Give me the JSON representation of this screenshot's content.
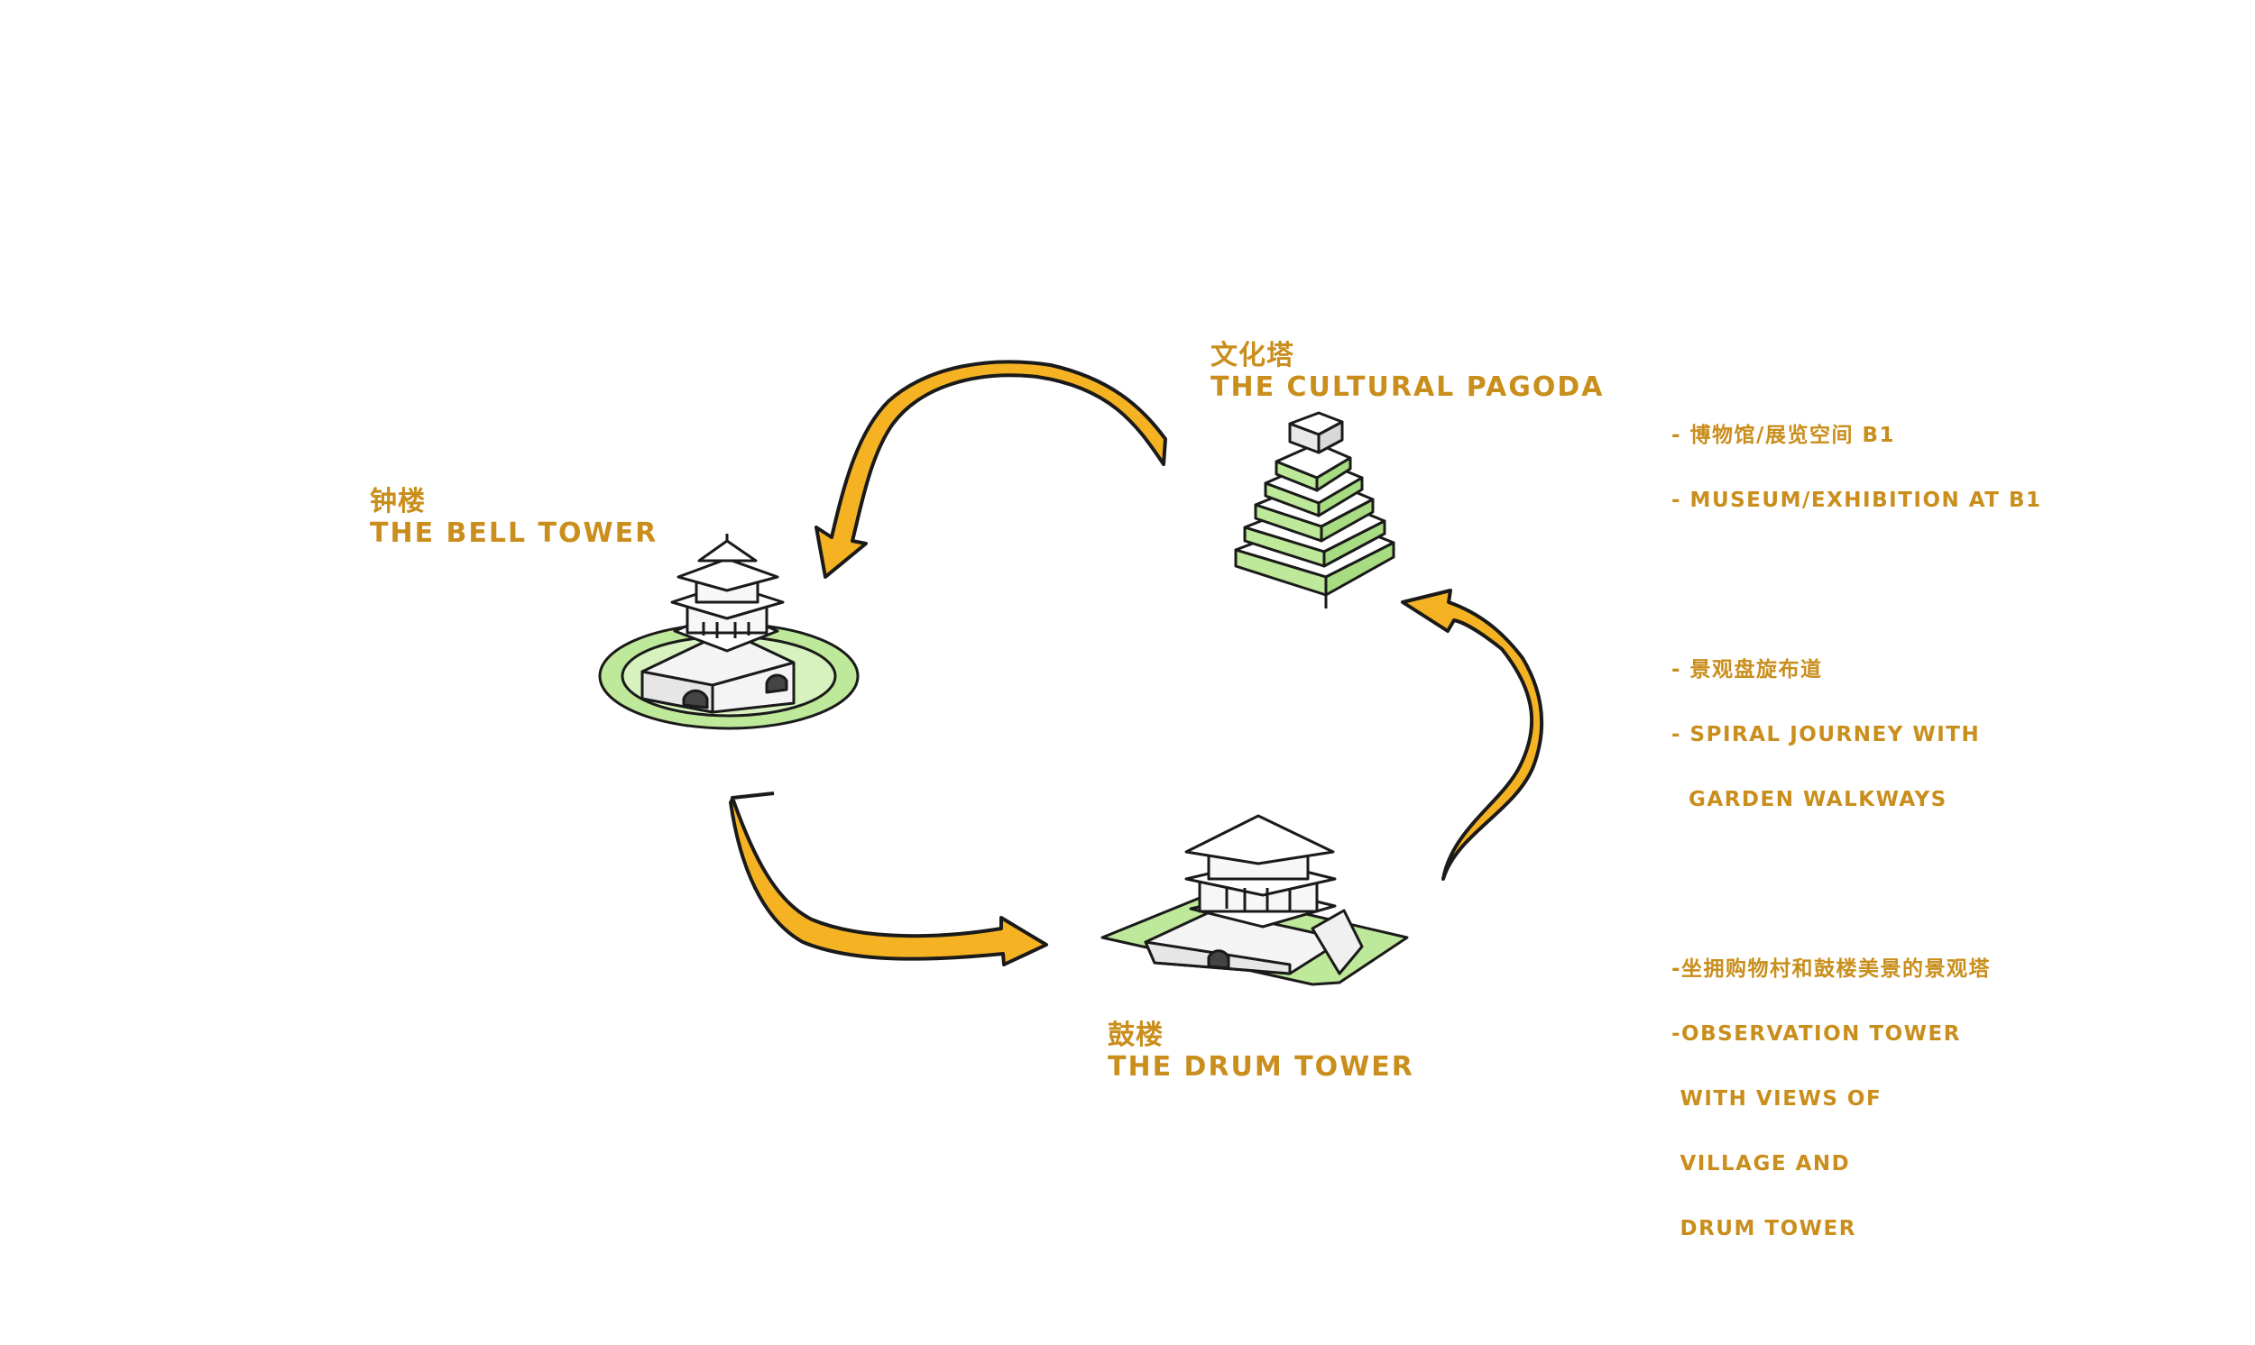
{
  "colors": {
    "accent": "#C98E1C",
    "arrow_fill": "#F5B324",
    "grass": "#BEE89A",
    "outline": "#1a1a1a"
  },
  "labels": {
    "bell_tower": {
      "zh": "钟楼",
      "en": "THE BELL TOWER"
    },
    "cultural_pagoda": {
      "zh": "文化塔",
      "en": "THE CULTURAL PAGODA"
    },
    "drum_tower": {
      "zh": "鼓楼",
      "en": "THE DRUM TOWER"
    }
  },
  "notes": [
    {
      "lines": [
        "- 博物馆/展览空间 B1",
        "- MUSEUM/EXHIBITION AT B1"
      ]
    },
    {
      "lines": [
        "- 景观盘旋布道",
        "- SPIRAL JOURNEY WITH",
        "  GARDEN WALKWAYS"
      ]
    },
    {
      "lines": [
        "-坐拥购物村和鼓楼美景的景观塔",
        "-OBSERVATION TOWER",
        " WITH VIEWS OF",
        " VILLAGE AND",
        " DRUM TOWER"
      ]
    }
  ],
  "icons": {
    "arrows": [
      "curved-arrow-icon",
      "curved-arrow-icon",
      "curved-arrow-icon"
    ],
    "buildings": [
      "bell-tower-icon",
      "pagoda-icon",
      "drum-tower-icon"
    ]
  }
}
